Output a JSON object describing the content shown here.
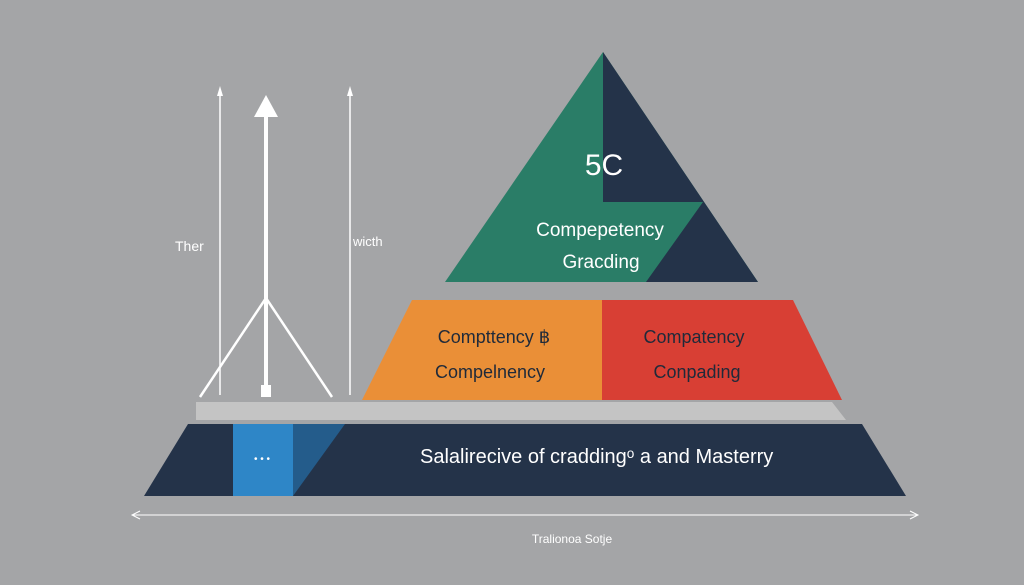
{
  "colors": {
    "background": "#a4a5a7",
    "teal": "#2a7d67",
    "navy": "#243349",
    "orange": "#ea8f37",
    "red": "#d83f34",
    "blue": "#2e86c7",
    "platform": "#c3c3c3"
  },
  "left_labels": {
    "left": "Ther",
    "right": "wicth"
  },
  "pyramid": {
    "top_symbol": "5C",
    "top_line1": "Compepetency",
    "top_line2": "Gracding",
    "mid_left_line1": "Compttency ฿",
    "mid_left_line2": "Compelnency",
    "mid_right_line1": "Compatency",
    "mid_right_line2": "Conpading",
    "base_dots": "• • •",
    "base_text": "Salalirecive of craddingᵒ a and Masterry"
  },
  "bottom_caption": "Tralionoa Sotje"
}
